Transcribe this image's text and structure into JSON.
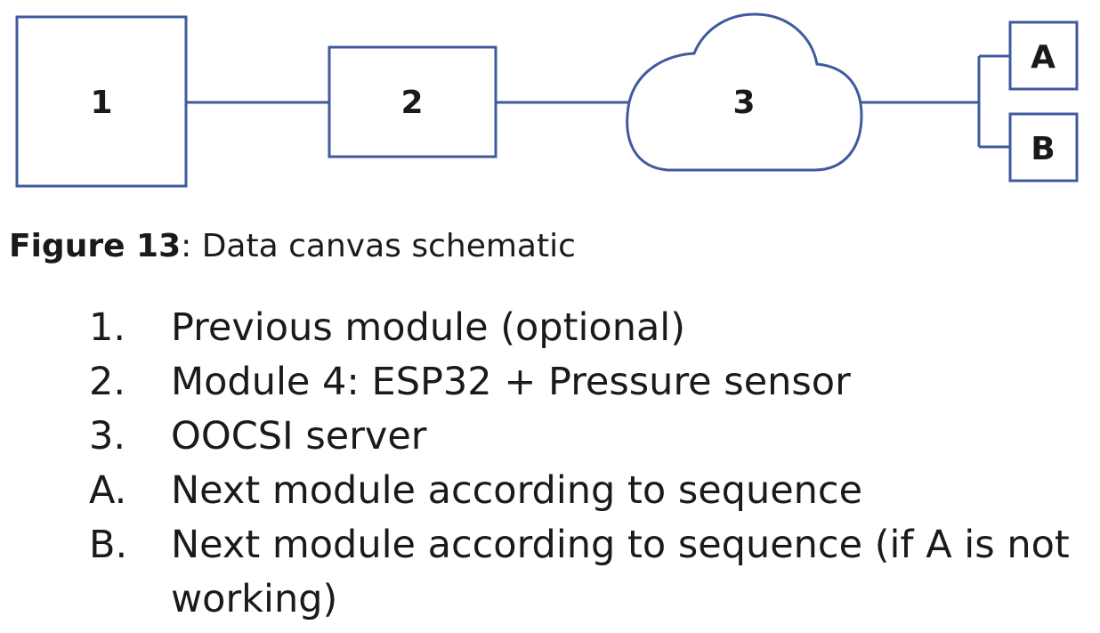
{
  "diagram": {
    "nodes": [
      {
        "id": "1",
        "label": "1",
        "shape": "box"
      },
      {
        "id": "2",
        "label": "2",
        "shape": "box"
      },
      {
        "id": "3",
        "label": "3",
        "shape": "cloud"
      },
      {
        "id": "A",
        "label": "A",
        "shape": "box"
      },
      {
        "id": "B",
        "label": "B",
        "shape": "box"
      }
    ],
    "edges": [
      {
        "from": "1",
        "to": "2"
      },
      {
        "from": "2",
        "to": "3"
      },
      {
        "from": "3",
        "to": "A"
      },
      {
        "from": "3",
        "to": "B"
      }
    ],
    "colors": {
      "stroke": "#3f5a9e",
      "text": "#1a1a1a"
    }
  },
  "caption": {
    "label": "Figure 13",
    "text": ": Data canvas schematic"
  },
  "legend": [
    {
      "marker": "1.",
      "text": "Previous module (optional)"
    },
    {
      "marker": "2.",
      "text": "Module 4: ESP32 + Pressure sensor"
    },
    {
      "marker": "3.",
      "text": "OOCSI server"
    },
    {
      "marker": "A.",
      "text": "Next module according to sequence"
    },
    {
      "marker": "B.",
      "text": "Next module according to sequence (if A is not working)"
    }
  ]
}
